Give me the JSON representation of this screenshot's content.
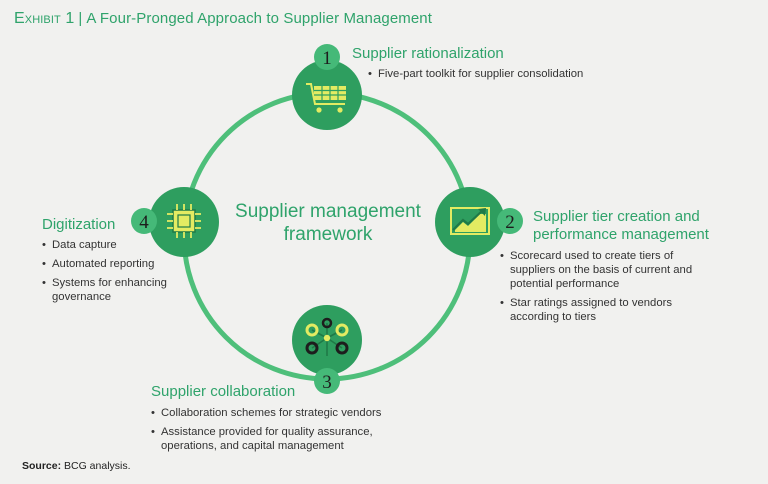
{
  "header": {
    "exhibit_label": "Exhibit 1",
    "title": "A Four-Pronged Approach to Supplier Management"
  },
  "center": {
    "line1": "Supplier management",
    "line2": "framework"
  },
  "steps": [
    {
      "number": "1",
      "title_lines": [
        "Supplier rationalization"
      ],
      "icon": "shopping-cart-icon",
      "bullets": [
        [
          "Five-part toolkit for supplier consolidation"
        ]
      ]
    },
    {
      "number": "2",
      "title_lines": [
        "Supplier tier creation and",
        "performance management"
      ],
      "icon": "trend-chart-icon",
      "bullets": [
        [
          "Scorecard used to create tiers of",
          "suppliers on the basis of current and",
          "potential performance"
        ],
        [
          "Star ratings assigned to vendors",
          "according to tiers"
        ]
      ]
    },
    {
      "number": "3",
      "title_lines": [
        "Supplier collaboration"
      ],
      "icon": "network-nodes-icon",
      "bullets": [
        [
          "Collaboration schemes for strategic vendors"
        ],
        [
          "Assistance provided for quality assurance,",
          "operations, and capital management"
        ]
      ]
    },
    {
      "number": "4",
      "title_lines": [
        "Digitization"
      ],
      "icon": "microchip-icon",
      "bullets": [
        [
          "Data capture"
        ],
        [
          "Automated reporting"
        ],
        [
          "Systems for enhancing",
          "governance"
        ]
      ]
    }
  ],
  "footer": {
    "source_label": "Source:",
    "source_text": "BCG analysis."
  },
  "colors": {
    "background": "#f1f1ef",
    "ring": "#4ebf7a",
    "node": "#2e9e5f",
    "badge": "#45b978",
    "icon_yellow": "#e3eb62",
    "title_green": "#2fa36b"
  }
}
